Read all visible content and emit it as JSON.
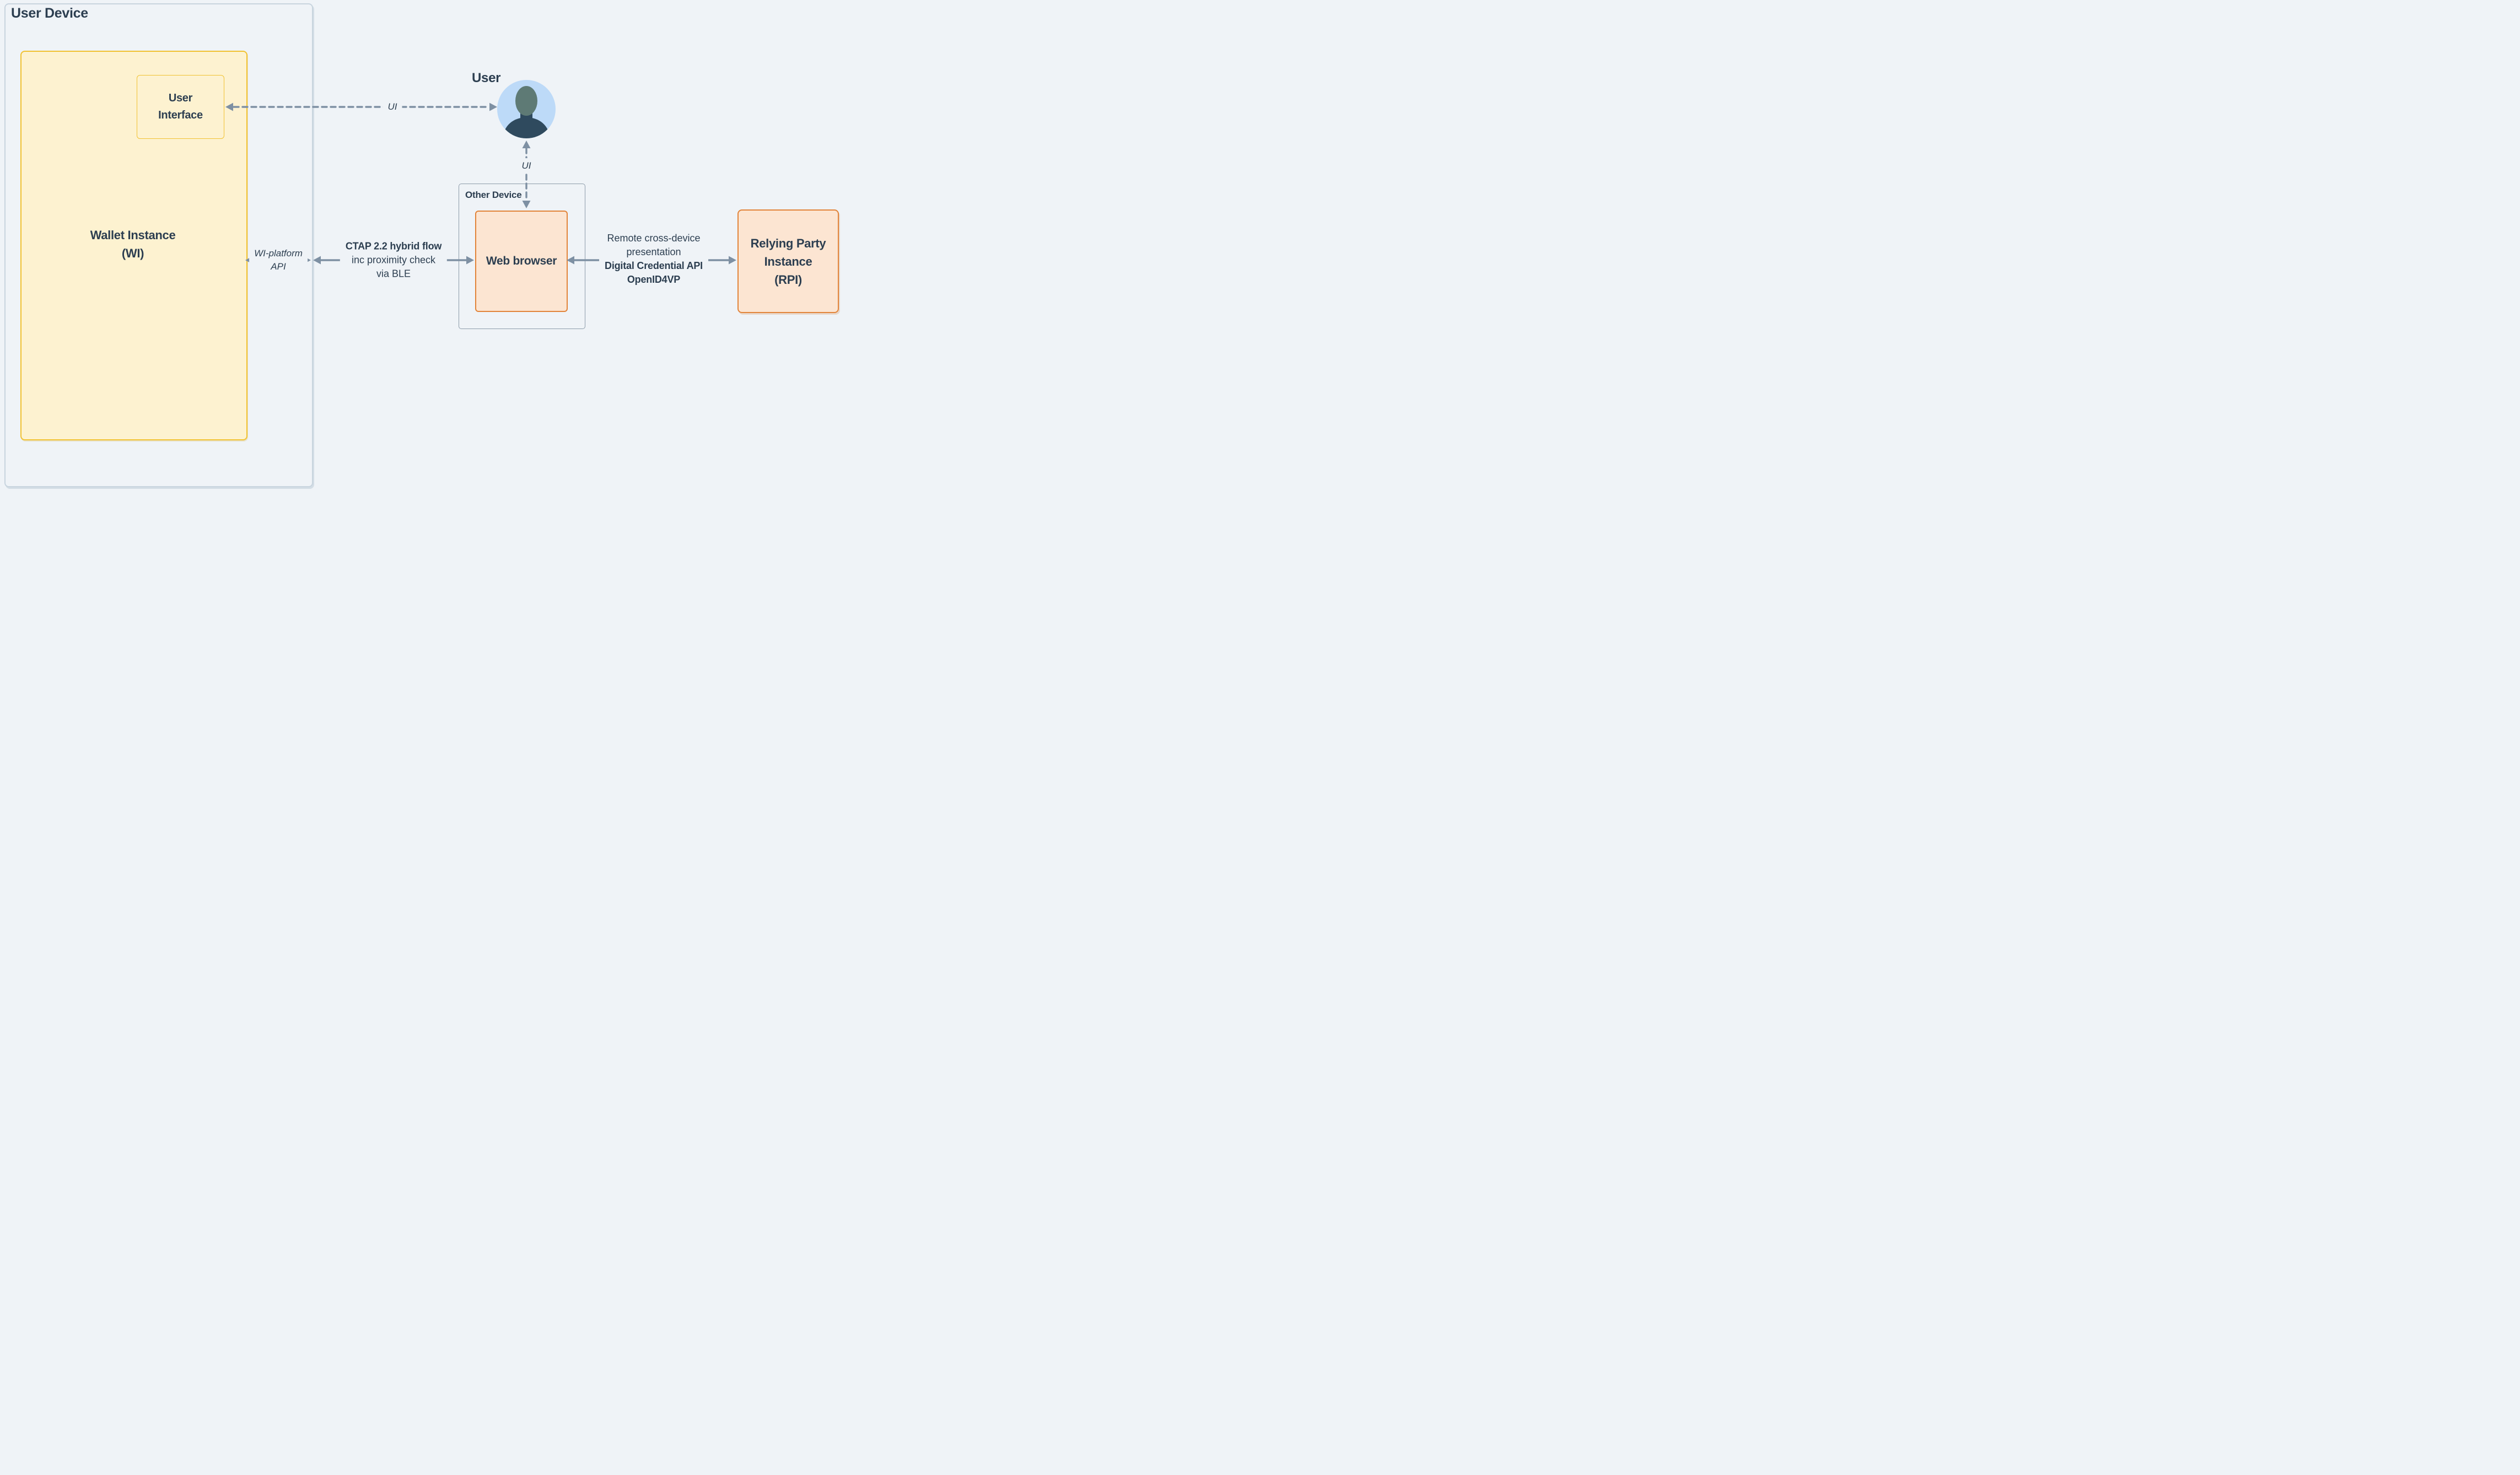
{
  "user_device": {
    "title": "User Device"
  },
  "wallet_instance": {
    "label_line1": "Wallet Instance",
    "label_line2": "(WI)"
  },
  "user_interface": {
    "label_line1": "User",
    "label_line2": "Interface"
  },
  "user": {
    "label": "User"
  },
  "other_device": {
    "title": "Other Device"
  },
  "web_browser": {
    "label": "Web browser"
  },
  "relying_party": {
    "label_line1": "Relying Party",
    "label_line2": "Instance",
    "label_line3": "(RPI)"
  },
  "connections": {
    "ui_wallet": {
      "label": "UI",
      "style": "dashed",
      "heads": "both"
    },
    "ui_browser": {
      "label": "UI",
      "style": "dashed",
      "heads": "both"
    },
    "wi_platform": {
      "label_line1": "WI-platform",
      "label_line2": "API",
      "style": "dashed",
      "heads": "both"
    },
    "ctap": {
      "label_line1": "CTAP 2.2 hybrid flow",
      "label_line2": "inc proximity check",
      "label_line3": "via BLE",
      "style": "solid",
      "heads": "both"
    },
    "remote_presentation": {
      "label_line1": "Remote cross-device",
      "label_line2": "presentation",
      "label_line3": "Digital Credential API",
      "label_line4": "OpenID4VP",
      "style": "solid",
      "heads": "both"
    }
  },
  "colors": {
    "background": "#eff3f7",
    "user_device_border": "#c8d4de",
    "wallet_fill": "#fdf2d0",
    "wallet_border": "#f1c232",
    "component_fill": "#fce5d2",
    "component_border": "#e2843a",
    "other_device_border": "#8d9caa",
    "arrow": "#7e90a3",
    "text": "#2c3e50",
    "avatar_circle": "#bddaf8",
    "avatar_head": "#5e7a75",
    "avatar_body": "#2f4a5e"
  }
}
